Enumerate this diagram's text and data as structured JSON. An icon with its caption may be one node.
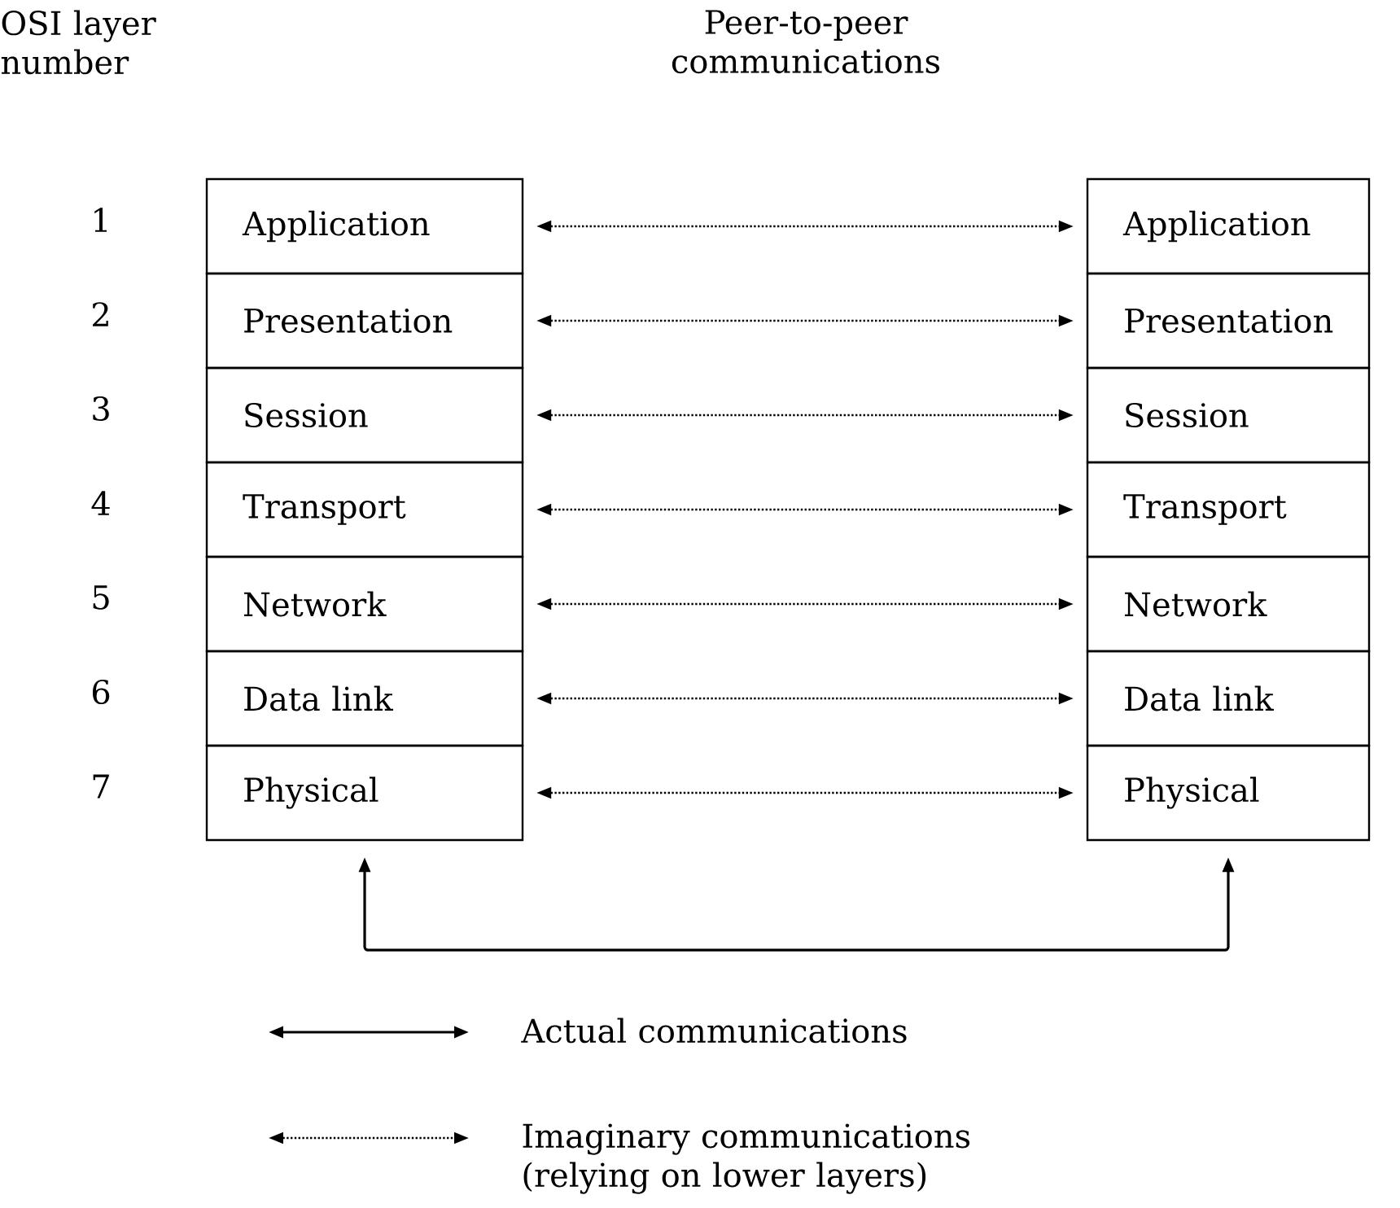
{
  "diagram": {
    "nodes": [
      {
        "text": [
          "Application"
        ]
      },
      {
        "text": [
          "Presentation"
        ]
      },
      {
        "text": [
          "Session"
        ]
      },
      {
        "text": [
          "Transport"
        ]
      },
      {
        "text": [
          "Network"
        ]
      },
      {
        "text": [
          "Data link"
        ]
      },
      {
        "text": [
          "Physical"
        ]
      },
      {
        "text": [
          "Application"
        ]
      },
      {
        "text": [
          "Presentation"
        ]
      },
      {
        "text": [
          "Session"
        ]
      },
      {
        "text": [
          "Transport"
        ]
      },
      {
        "text": [
          "Network"
        ]
      },
      {
        "text": [
          "Data link"
        ]
      },
      {
        "text": [
          "Physical"
        ]
      }
    ],
    "edges": [
      {
        "from": 0,
        "to": 7,
        "arrow": "both",
        "style": "dashed"
      },
      {
        "from": 1,
        "to": 8,
        "arrow": "both",
        "style": "dashed"
      },
      {
        "from": 2,
        "to": 9,
        "arrow": "both",
        "style": "dashed"
      },
      {
        "from": 3,
        "to": 10,
        "arrow": "both",
        "style": "dashed"
      },
      {
        "from": 4,
        "to": 11,
        "arrow": "both",
        "style": "dashed"
      },
      {
        "from": 5,
        "to": 12,
        "arrow": "both",
        "style": "dashed"
      },
      {
        "from": 6,
        "to": 13,
        "arrow": "both",
        "style": "dashed"
      },
      {
        "from": 6,
        "to": 13,
        "arrow": "both"
      }
    ],
    "labels": [
      "OSI layer number",
      "Peer-to-peer communications",
      "1",
      "2",
      "3",
      "4",
      "5",
      "6",
      "7"
    ],
    "legend": [
      {
        "text": "Actual communications"
      },
      {
        "text": "Imaginary communications (relying on lower layers)"
      }
    ]
  }
}
